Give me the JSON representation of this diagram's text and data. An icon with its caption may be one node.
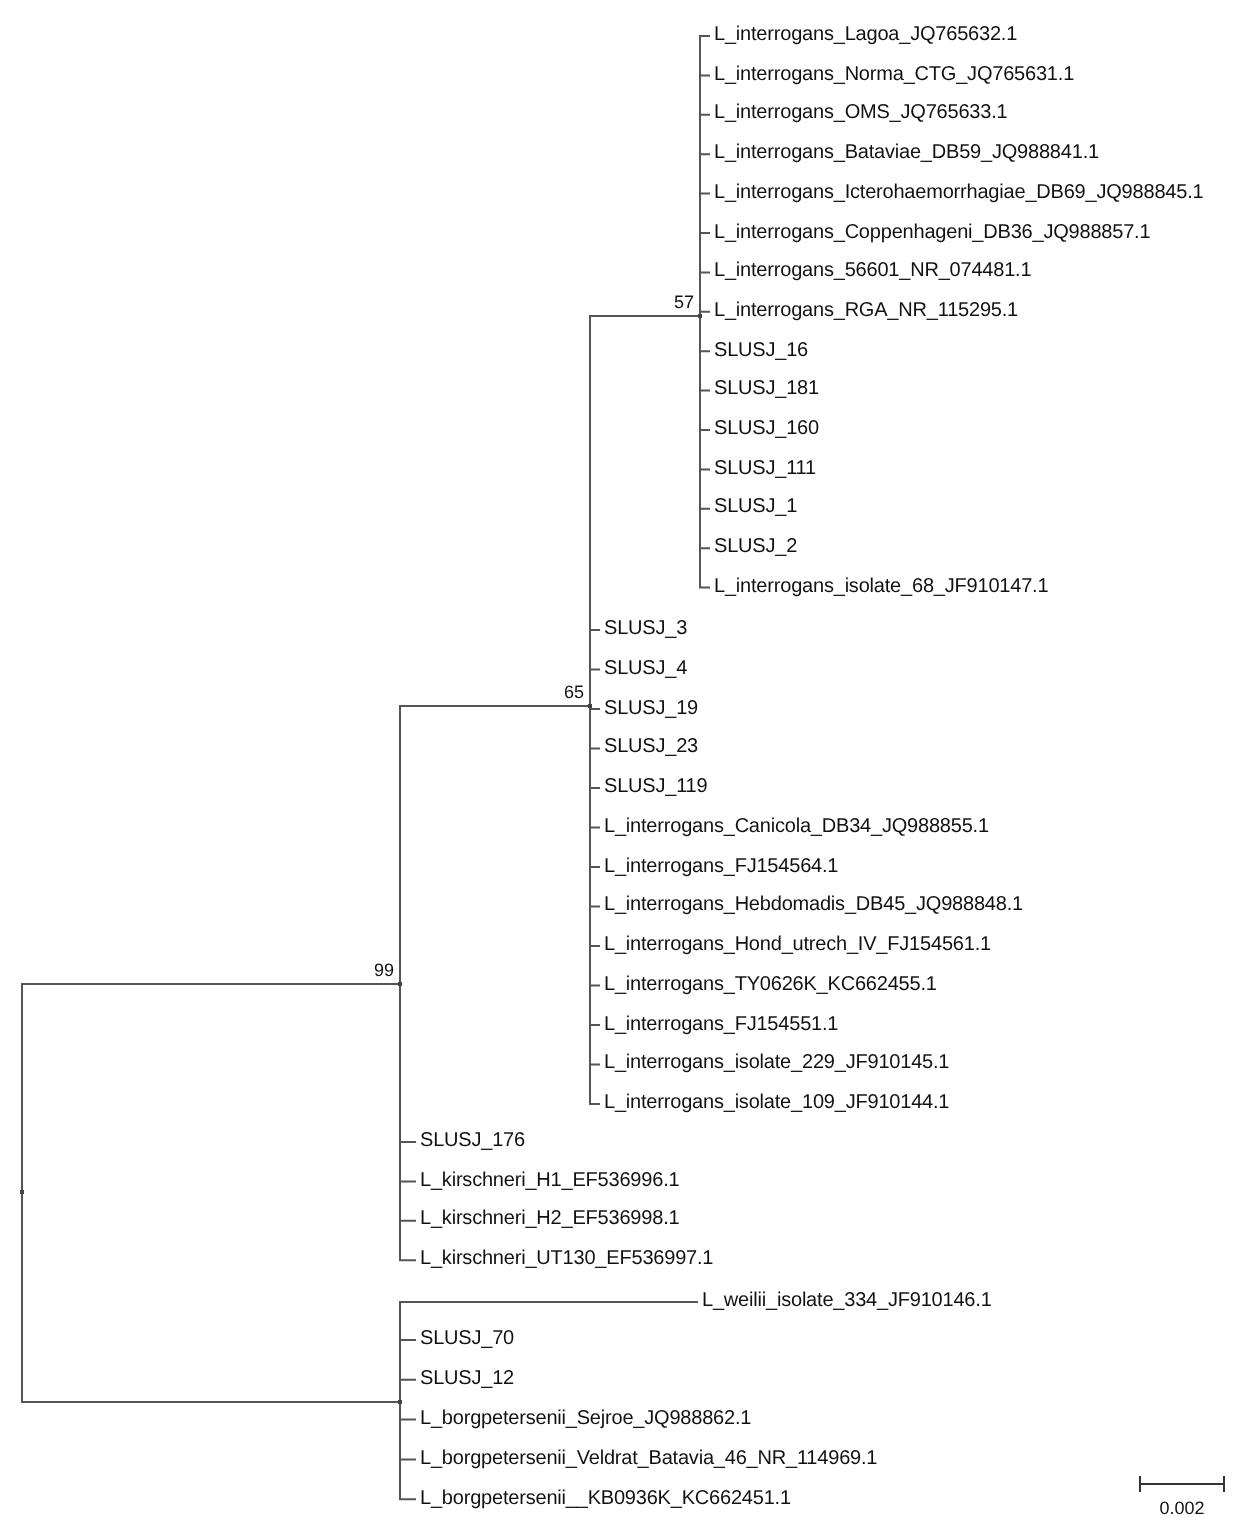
{
  "diagram": {
    "nodes": [
      {
        "text": [
          "L_interrogans_Lagoa_JQ765632.1"
        ]
      },
      {
        "text": [
          "L_interrogans_Norma_CTG_JQ765631.1"
        ]
      },
      {
        "text": [
          "L_interrogans_OMS_JQ765633.1"
        ]
      },
      {
        "text": [
          "L_interrogans_Bataviae_DB59_JQ988841.1"
        ]
      },
      {
        "text": [
          "L_interrogans_Icterohaemorrhagiae_DB69_JQ988845.1"
        ]
      },
      {
        "text": [
          "L_interrogans_Coppenhageni_DB36_JQ988857.1"
        ]
      },
      {
        "text": [
          "L_interrogans_56601_NR_074481.1"
        ]
      },
      {
        "text": [
          "L_interrogans_RGA_NR_115295.1"
        ]
      },
      {
        "text": [
          "SLUSJ_16"
        ]
      },
      {
        "text": [
          "SLUSJ_181"
        ]
      },
      {
        "text": [
          "SLUSJ_160"
        ]
      },
      {
        "text": [
          "SLUSJ_111"
        ]
      },
      {
        "text": [
          "SLUSJ_1"
        ]
      },
      {
        "text": [
          "SLUSJ_2"
        ]
      },
      {
        "text": [
          "L_interrogans_isolate_68_JF910147.1"
        ]
      },
      {
        "text": [
          "SLUSJ_3"
        ]
      },
      {
        "text": [
          "SLUSJ_4"
        ]
      },
      {
        "text": [
          "SLUSJ_19"
        ]
      },
      {
        "text": [
          "SLUSJ_23"
        ]
      },
      {
        "text": [
          "SLUSJ_119"
        ]
      },
      {
        "text": [
          "L_interrogans_Canicola_DB34_JQ988855.1"
        ]
      },
      {
        "text": [
          "L_interrogans_FJ154564.1"
        ]
      },
      {
        "text": [
          "L_interrogans_Hebdomadis_DB45_JQ988848.1"
        ]
      },
      {
        "text": [
          "L_interrogans_Hond_utrech_IV_FJ154561.1"
        ]
      },
      {
        "text": [
          "L_interrogans_TY0626K_KC662455.1"
        ]
      },
      {
        "text": [
          "L_interrogans_FJ154551.1"
        ]
      },
      {
        "text": [
          "L_interrogans_isolate_229_JF910145.1"
        ]
      },
      {
        "text": [
          "L_interrogans_isolate_109_JF910144.1"
        ]
      },
      {
        "text": [
          "SLUSJ_176"
        ]
      },
      {
        "text": [
          "L_kirschneri_H1_EF536996.1"
        ]
      },
      {
        "text": [
          "L_kirschneri_H2_EF536998.1"
        ]
      },
      {
        "text": [
          "L_kirschneri_UT130_EF536997.1"
        ]
      },
      {
        "text": [
          "L_weilii_isolate_334_JF910146.1"
        ]
      },
      {
        "text": [
          "SLUSJ_70"
        ]
      },
      {
        "text": [
          "SLUSJ_12"
        ]
      },
      {
        "text": [
          "L_borgpetersenii_Sejroe_JQ988862.1"
        ]
      },
      {
        "text": [
          "L_borgpetersenii_Veldrat_Batavia_46_NR_114969.1"
        ]
      },
      {
        "text": [
          "L_borgpetersenii__KB0936K_KC662451.1"
        ]
      },
      {
        "text": [],
        "shape": "point"
      },
      {
        "text": [],
        "shape": "point",
        "beside": [
          "99"
        ]
      },
      {
        "text": [],
        "shape": "point",
        "beside": [
          "65"
        ]
      },
      {
        "text": [],
        "shape": "point",
        "beside": [
          "57"
        ]
      },
      {
        "text": [],
        "shape": "point"
      }
    ],
    "edges": [
      {
        "from": 38,
        "to": 39,
        "arrow": "none"
      },
      {
        "from": 38,
        "to": 42,
        "arrow": "none"
      },
      {
        "from": 39,
        "to": 40,
        "arrow": "none"
      },
      {
        "from": 40,
        "to": 41,
        "arrow": "none"
      },
      {
        "from": 41,
        "to": 0,
        "arrow": "none"
      },
      {
        "from": 41,
        "to": 1,
        "arrow": "none"
      },
      {
        "from": 41,
        "to": 2,
        "arrow": "none"
      },
      {
        "from": 41,
        "to": 3,
        "arrow": "none"
      },
      {
        "from": 41,
        "to": 4,
        "arrow": "none"
      },
      {
        "from": 41,
        "to": 5,
        "arrow": "none"
      },
      {
        "from": 41,
        "to": 6,
        "arrow": "none"
      },
      {
        "from": 41,
        "to": 7,
        "arrow": "none"
      },
      {
        "from": 41,
        "to": 8,
        "arrow": "none"
      },
      {
        "from": 41,
        "to": 9,
        "arrow": "none"
      },
      {
        "from": 41,
        "to": 10,
        "arrow": "none"
      },
      {
        "from": 41,
        "to": 11,
        "arrow": "none"
      },
      {
        "from": 41,
        "to": 12,
        "arrow": "none"
      },
      {
        "from": 41,
        "to": 13,
        "arrow": "none"
      },
      {
        "from": 41,
        "to": 14,
        "arrow": "none"
      },
      {
        "from": 40,
        "to": 15,
        "arrow": "none"
      },
      {
        "from": 40,
        "to": 16,
        "arrow": "none"
      },
      {
        "from": 40,
        "to": 17,
        "arrow": "none"
      },
      {
        "from": 40,
        "to": 18,
        "arrow": "none"
      },
      {
        "from": 40,
        "to": 19,
        "arrow": "none"
      },
      {
        "from": 40,
        "to": 20,
        "arrow": "none"
      },
      {
        "from": 40,
        "to": 21,
        "arrow": "none"
      },
      {
        "from": 40,
        "to": 22,
        "arrow": "none"
      },
      {
        "from": 40,
        "to": 23,
        "arrow": "none"
      },
      {
        "from": 40,
        "to": 24,
        "arrow": "none"
      },
      {
        "from": 40,
        "to": 25,
        "arrow": "none"
      },
      {
        "from": 40,
        "to": 26,
        "arrow": "none"
      },
      {
        "from": 40,
        "to": 27,
        "arrow": "none"
      },
      {
        "from": 39,
        "to": 28,
        "arrow": "none"
      },
      {
        "from": 39,
        "to": 29,
        "arrow": "none"
      },
      {
        "from": 39,
        "to": 30,
        "arrow": "none"
      },
      {
        "from": 39,
        "to": 31,
        "arrow": "none"
      },
      {
        "from": 42,
        "to": 32,
        "arrow": "none"
      },
      {
        "from": 42,
        "to": 33,
        "arrow": "none"
      },
      {
        "from": 42,
        "to": 34,
        "arrow": "none"
      },
      {
        "from": 42,
        "to": 35,
        "arrow": "none"
      },
      {
        "from": 42,
        "to": 36,
        "arrow": "none"
      },
      {
        "from": 42,
        "to": 37,
        "arrow": "none"
      }
    ],
    "labels": [
      "0.002"
    ]
  }
}
